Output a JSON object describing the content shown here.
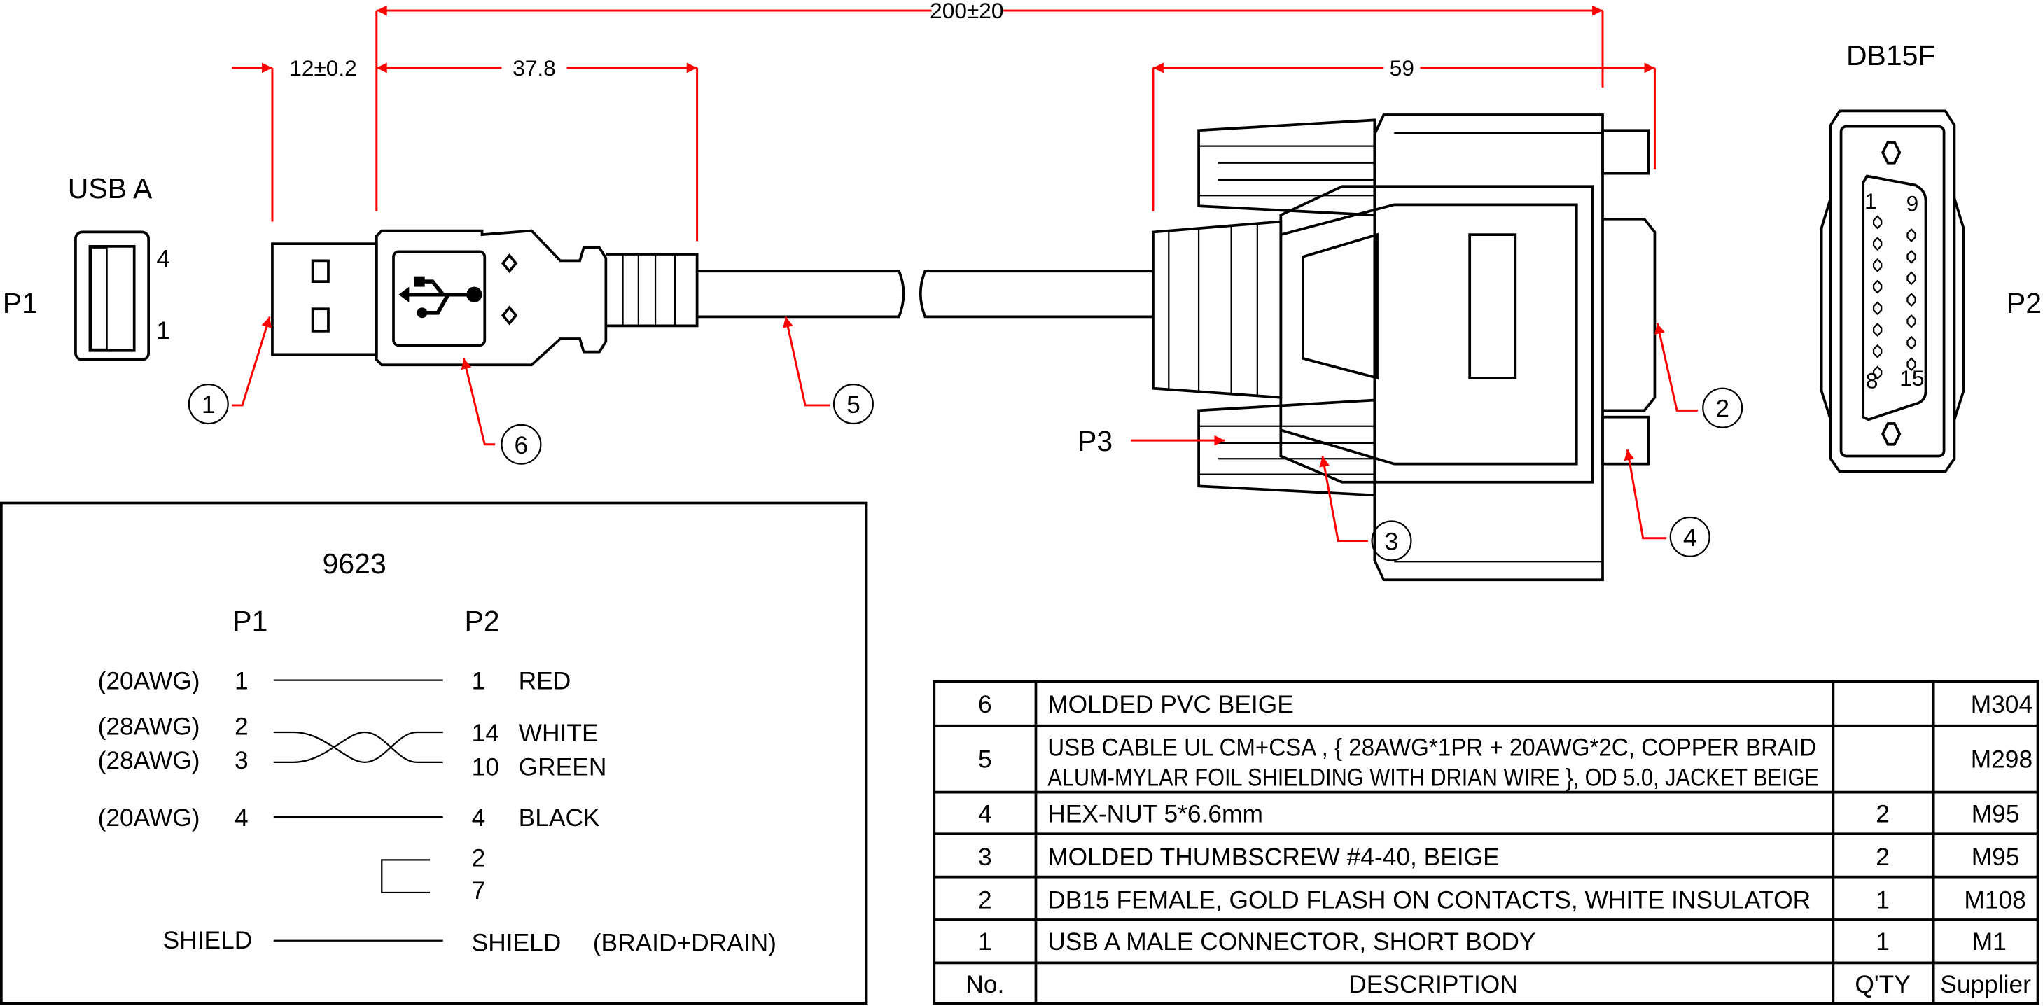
{
  "dimensions": {
    "overall": "200±20",
    "usb_plug": "12±0.2",
    "usb_mold": "37.8",
    "db_mold": "59"
  },
  "labels": {
    "usb_a": "USB A",
    "p1": "P1",
    "pin4": "4",
    "pin1": "1",
    "db15f": "DB15F",
    "p2": "P2",
    "p3": "P3",
    "db_pin1": "1",
    "db_pin9": "9",
    "db_pin8": "8",
    "db_pin15": "15"
  },
  "callouts": [
    "1",
    "2",
    "3",
    "4",
    "5",
    "6"
  ],
  "wiring": {
    "title": "9623",
    "p1_header": "P1",
    "p2_header": "P2",
    "rows": [
      {
        "awg": "(20AWG)",
        "p1": "1",
        "p2": "1",
        "color": "RED"
      },
      {
        "awg": "(28AWG)",
        "p1": "2",
        "p2": "14",
        "color": "WHITE"
      },
      {
        "awg": "(28AWG)",
        "p1": "3",
        "p2": "10",
        "color": "GREEN"
      },
      {
        "awg": "(20AWG)",
        "p1": "4",
        "p2": "4",
        "color": "BLACK"
      }
    ],
    "jumper": [
      "2",
      "7"
    ],
    "shield_p1": "SHIELD",
    "shield_p2": "SHIELD",
    "shield_note": "(BRAID+DRAIN)"
  },
  "bom": {
    "rows": [
      {
        "no": "6",
        "desc": [
          "MOLDED PVC BEIGE"
        ],
        "qty": "",
        "supplier": "M304"
      },
      {
        "no": "5",
        "desc": [
          "USB CABLE UL CM+CSA , { 28AWG*1PR + 20AWG*2C, COPPER BRAID",
          "ALUM-MYLAR FOIL SHIELDING WITH DRIAN WIRE }, OD 5.0, JACKET BEIGE"
        ],
        "qty": "",
        "supplier": "M298"
      },
      {
        "no": "4",
        "desc": [
          "HEX-NUT 5*6.6mm"
        ],
        "qty": "2",
        "supplier": "M95"
      },
      {
        "no": "3",
        "desc": [
          "MOLDED THUMBSCREW #4-40, BEIGE"
        ],
        "qty": "2",
        "supplier": "M95"
      },
      {
        "no": "2",
        "desc": [
          "DB15 FEMALE, GOLD FLASH ON CONTACTS, WHITE INSULATOR"
        ],
        "qty": "1",
        "supplier": "M108"
      },
      {
        "no": "1",
        "desc": [
          "USB A MALE CONNECTOR, SHORT BODY"
        ],
        "qty": "1",
        "supplier": "M1"
      }
    ],
    "header": {
      "no": "No.",
      "desc": "DESCRIPTION",
      "qty": "Q'TY",
      "supplier": "Supplier"
    }
  },
  "colors": {
    "dimension": "#ff0000",
    "line": "#000000"
  }
}
